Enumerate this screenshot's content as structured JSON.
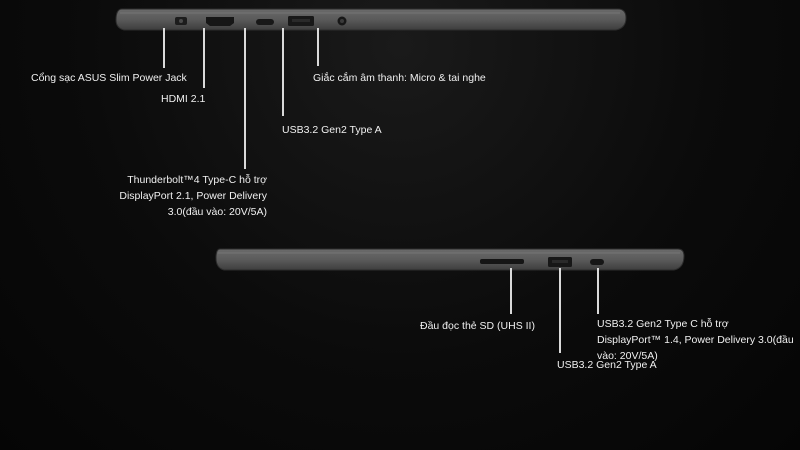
{
  "laptops": {
    "left_side": {
      "labels": {
        "power_jack": "Cổng sạc ASUS Slim Power Jack",
        "hdmi": "HDMI 2.1",
        "thunderbolt": "Thunderbolt™4 Type-C hỗ trợ DisplayPort 2.1, Power Delivery 3.0(đầu vào: 20V/5A)",
        "usb_a": "USB3.2 Gen2 Type A",
        "audio": "Giắc cắm âm thanh: Micro & tai nghe"
      }
    },
    "right_side": {
      "labels": {
        "sd_reader": "Đầu đọc thẻ SD (UHS II)",
        "usb_a": "USB3.2 Gen2 Type A",
        "usb_c": "USB3.2 Gen2 Type C hỗ trợ DisplayPort™ 1.4, Power Delivery 3.0(đầu vào: 20V/5A)"
      }
    }
  },
  "colors": {
    "background": "#0b0b0b",
    "chassis": "#5c5c5c",
    "chassis_edge": "#3c3c3c",
    "port": "#1a1a1a",
    "text": "#f0f0f0",
    "leader": "#d9d9d9"
  }
}
